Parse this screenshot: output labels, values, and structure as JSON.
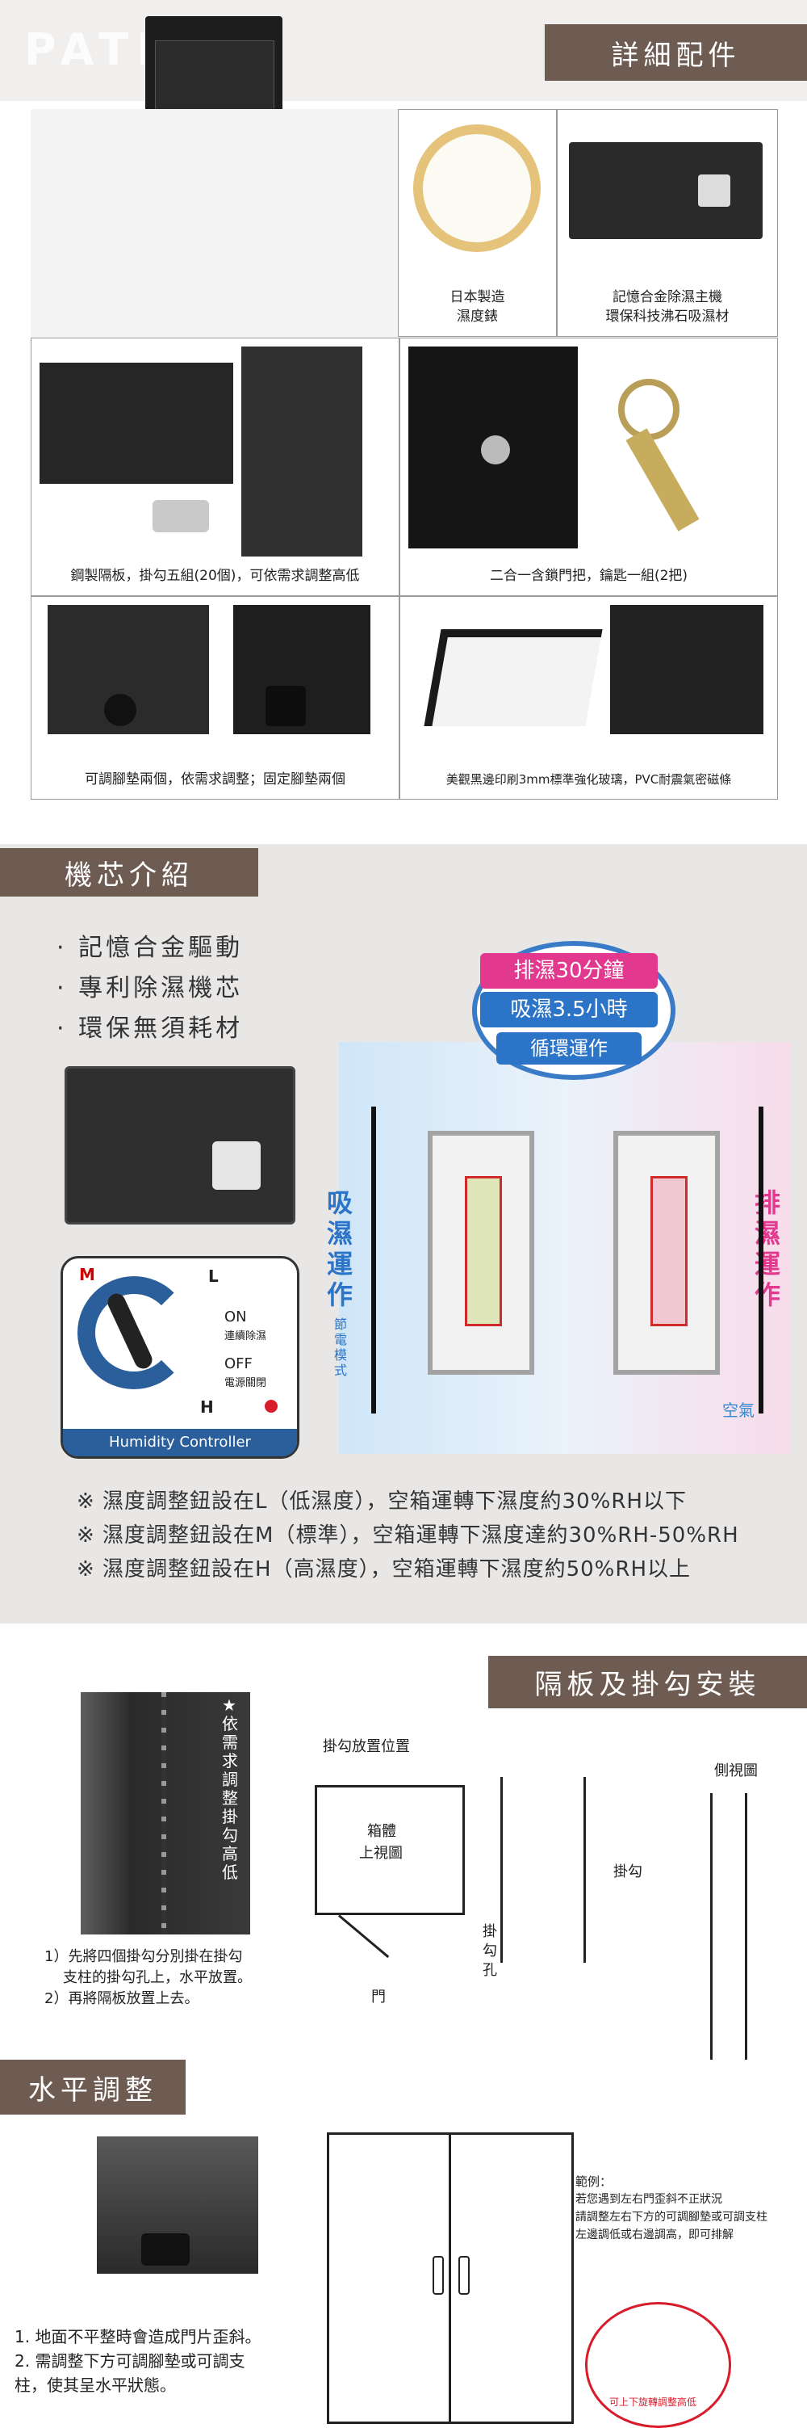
{
  "brand_watermark": "PATRON",
  "section_accessories": {
    "title": "詳細配件",
    "hygrometer_caption": [
      "日本製造",
      "濕度錶"
    ],
    "controller_caption": [
      "記憶合金除濕主機",
      "環保科技沸石吸濕材"
    ],
    "shelf_caption": "鋼製隔板，掛勾五組(20個)，可依需求調整高低",
    "lock_caption": "二合一含鎖門把，鑰匙一組(2把)",
    "feet_caption": "可調腳墊兩個，依需求調整；固定腳墊兩個",
    "glass_caption": "美觀黑邊印刷3mm標準強化玻璃，PVC耐震氣密磁條"
  },
  "section_core": {
    "title": "機芯介紹",
    "bullets": [
      "記憶合金驅動",
      "專利除濕機芯",
      "環保無須耗材"
    ],
    "cycle_line1": "排濕30分鐘",
    "cycle_line2": "吸濕3.5小時",
    "cycle_line3": "循環運作",
    "absorb_label": "吸濕運作",
    "absorb_sub": "節電模式",
    "exhaust_label": "排濕運作",
    "air_label": "空氣",
    "dial": {
      "m": "M",
      "l": "L",
      "h": "H",
      "on": "ON",
      "on_sub": "連續除濕",
      "off": "OFF",
      "off_sub": "電源關閉",
      "name": "Humidity Controller"
    },
    "notes": [
      "※ 濕度調整鈕設在L（低濕度），空箱運轉下濕度約30%RH以下",
      "※ 濕度調整鈕設在M（標準），空箱運轉下濕度達約30%RH-50%RH",
      "※ 濕度調整鈕設在H（高濕度），空箱運轉下濕度約50%RH以上"
    ]
  },
  "section_shelf": {
    "title": "隔板及掛勾安裝",
    "vertical_note": "★依需求調整掛勾高低",
    "steps": [
      "1）先將四個掛勾分別掛在掛勾",
      "支柱的掛勾孔上，水平放置。",
      "2）再將隔板放置上去。"
    ],
    "hook_position": "掛勾放置位置",
    "box_top_view": [
      "箱體",
      "上視圖"
    ],
    "door": "門",
    "hook": "掛勾",
    "hook_hole": [
      "掛",
      "勾",
      "孔"
    ],
    "side_view": "側視圖"
  },
  "section_level": {
    "title": "水平調整",
    "steps": [
      "1. 地面不平整時會造成門片歪斜。",
      "2. 需調整下方可調腳墊或可調支",
      "柱，使其呈水平狀態。"
    ],
    "example_title": "範例：",
    "example_lines": [
      "若您遇到左右門歪斜不正狀況",
      "請調整左右下方的可調腳墊或可調支柱",
      "左邊調低或右邊調高，即可排解"
    ],
    "foot_label": "可上下旋轉調整高低"
  }
}
